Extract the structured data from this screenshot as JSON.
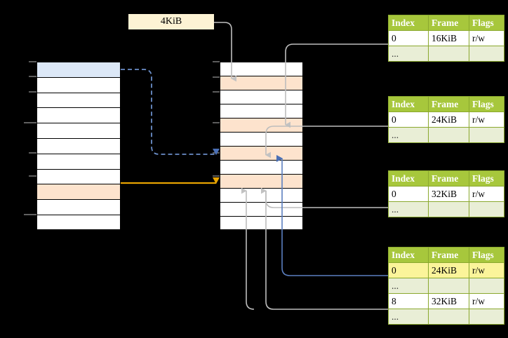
{
  "diagram": {
    "title_label": "4KiB",
    "left_column": {
      "name": "virtual-address-space",
      "rows": [
        {
          "fill": "blue"
        },
        {
          "fill": "white"
        },
        {
          "fill": "white"
        },
        {
          "fill": "white"
        },
        {
          "fill": "white"
        },
        {
          "fill": "white"
        },
        {
          "fill": "white"
        },
        {
          "fill": "white"
        },
        {
          "fill": "orange"
        },
        {
          "fill": "white"
        },
        {
          "fill": "white"
        }
      ]
    },
    "middle_column": {
      "name": "physical-memory",
      "rows": [
        {
          "fill": "white"
        },
        {
          "fill": "orange"
        },
        {
          "fill": "white"
        },
        {
          "fill": "white"
        },
        {
          "fill": "orange"
        },
        {
          "fill": "white"
        },
        {
          "fill": "orange"
        },
        {
          "fill": "white"
        },
        {
          "fill": "orange"
        },
        {
          "fill": "white"
        },
        {
          "fill": "white"
        },
        {
          "fill": "white"
        }
      ]
    },
    "colors": {
      "header_green": "#a7c73c",
      "ellipsis_green": "#e9eed6",
      "highlight_yellow": "#fbf49a",
      "orange_fill": "#fde3cd",
      "blue_fill": "#dce8f7",
      "label_fill": "#fdf3d4",
      "orange_arrow": "#e8a400",
      "blue_arrow": "#5b7fc0",
      "gray_arrow": "#b0b0b0",
      "background": "#000000"
    },
    "tables": [
      {
        "name": "page-table-level-1",
        "headers": [
          "Index",
          "Frame",
          "Flags"
        ],
        "rows": [
          {
            "type": "data",
            "cells": [
              "0",
              "16KiB",
              "r/w"
            ],
            "highlight": [
              false,
              false,
              false
            ]
          },
          {
            "type": "ellipsis",
            "cells": [
              "...",
              "",
              ""
            ],
            "highlight": [
              false,
              false,
              false
            ]
          }
        ]
      },
      {
        "name": "page-table-level-2",
        "headers": [
          "Index",
          "Frame",
          "Flags"
        ],
        "rows": [
          {
            "type": "data",
            "cells": [
              "0",
              "24KiB",
              "r/w"
            ],
            "highlight": [
              false,
              false,
              false
            ]
          },
          {
            "type": "ellipsis",
            "cells": [
              "...",
              "",
              ""
            ],
            "highlight": [
              false,
              false,
              false
            ]
          }
        ]
      },
      {
        "name": "page-table-level-3",
        "headers": [
          "Index",
          "Frame",
          "Flags"
        ],
        "rows": [
          {
            "type": "data",
            "cells": [
              "0",
              "32KiB",
              "r/w"
            ],
            "highlight": [
              false,
              false,
              false
            ]
          },
          {
            "type": "ellipsis",
            "cells": [
              "...",
              "",
              ""
            ],
            "highlight": [
              false,
              false,
              false
            ]
          }
        ]
      },
      {
        "name": "page-table-level-4",
        "headers": [
          "Index",
          "Frame",
          "Flags"
        ],
        "rows": [
          {
            "type": "data",
            "cells": [
              "0",
              "24KiB",
              "r/w"
            ],
            "highlight": [
              true,
              true,
              true
            ]
          },
          {
            "type": "ellipsis",
            "cells": [
              "...",
              "",
              ""
            ],
            "highlight": [
              false,
              false,
              false
            ]
          },
          {
            "type": "data",
            "cells": [
              "8",
              "32KiB",
              "r/w"
            ],
            "highlight": [
              false,
              false,
              false
            ]
          },
          {
            "type": "ellipsis",
            "cells": [
              "...",
              "",
              ""
            ],
            "highlight": [
              false,
              false,
              false
            ]
          }
        ]
      }
    ]
  }
}
